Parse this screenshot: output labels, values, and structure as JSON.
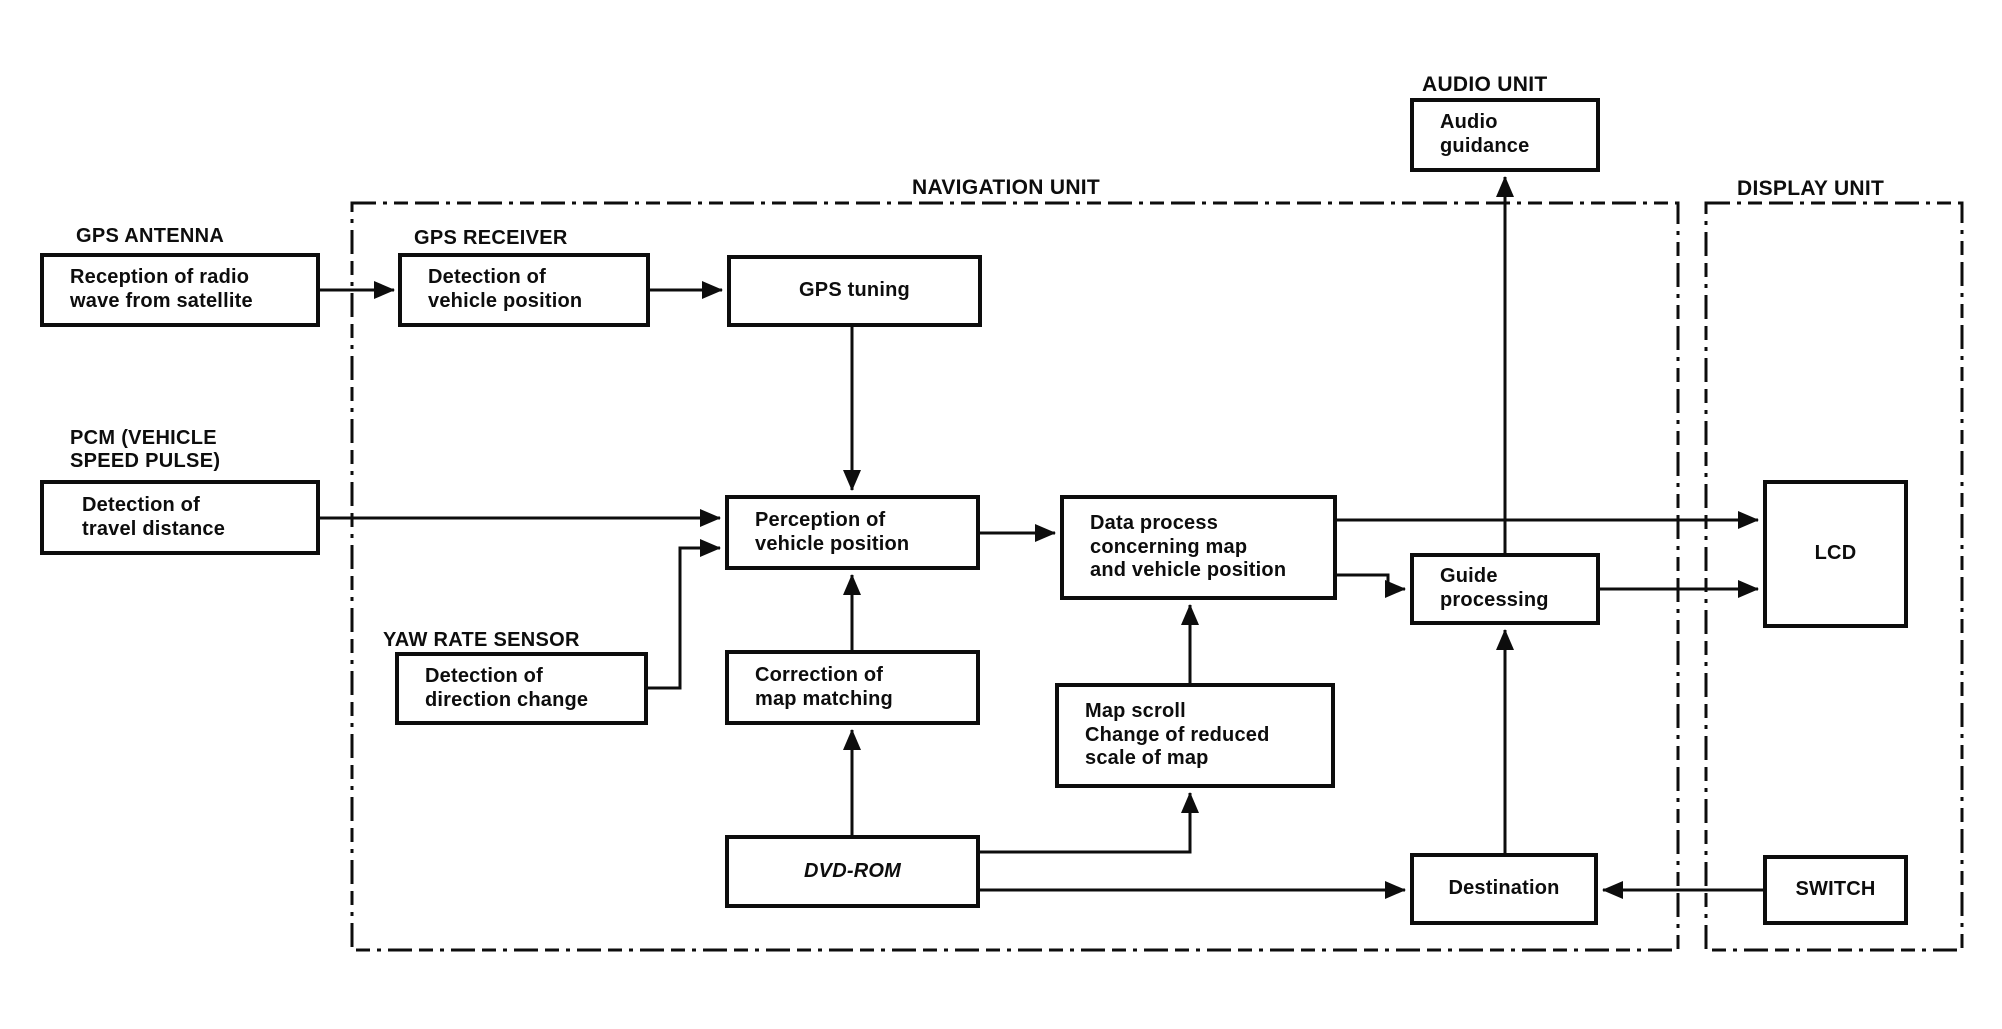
{
  "diagram": {
    "labels": {
      "navigation_unit": "NAVIGATION UNIT",
      "display_unit": "DISPLAY UNIT",
      "audio_unit": "AUDIO UNIT",
      "gps_antenna": "GPS ANTENNA",
      "gps_receiver": "GPS RECEIVER",
      "pcm": "PCM (VEHICLE\nSPEED PULSE)",
      "yaw_rate_sensor": "YAW RATE SENSOR"
    },
    "nodes": {
      "reception": "Reception of radio\nwave from satellite",
      "detection_vehicle_position": "Detection of\nvehicle position",
      "gps_tuning": "GPS tuning",
      "audio_guidance": "Audio\nguidance",
      "detection_travel_distance": "Detection of\ntravel distance",
      "perception_vehicle_position": "Perception of\nvehicle position",
      "data_process": "Data process\nconcerning map\nand vehicle position",
      "guide_processing": "Guide\nprocessing",
      "lcd": "LCD",
      "detection_direction_change": "Detection of\ndirection change",
      "correction_map_matching": "Correction of\nmap matching",
      "map_scroll": "Map scroll\nChange of reduced\nscale of map",
      "dvd_rom": "DVD-ROM",
      "destination": "Destination",
      "switch": "SWITCH"
    },
    "colors": {
      "line": "#0d0d0d",
      "background": "#ffffff"
    }
  }
}
